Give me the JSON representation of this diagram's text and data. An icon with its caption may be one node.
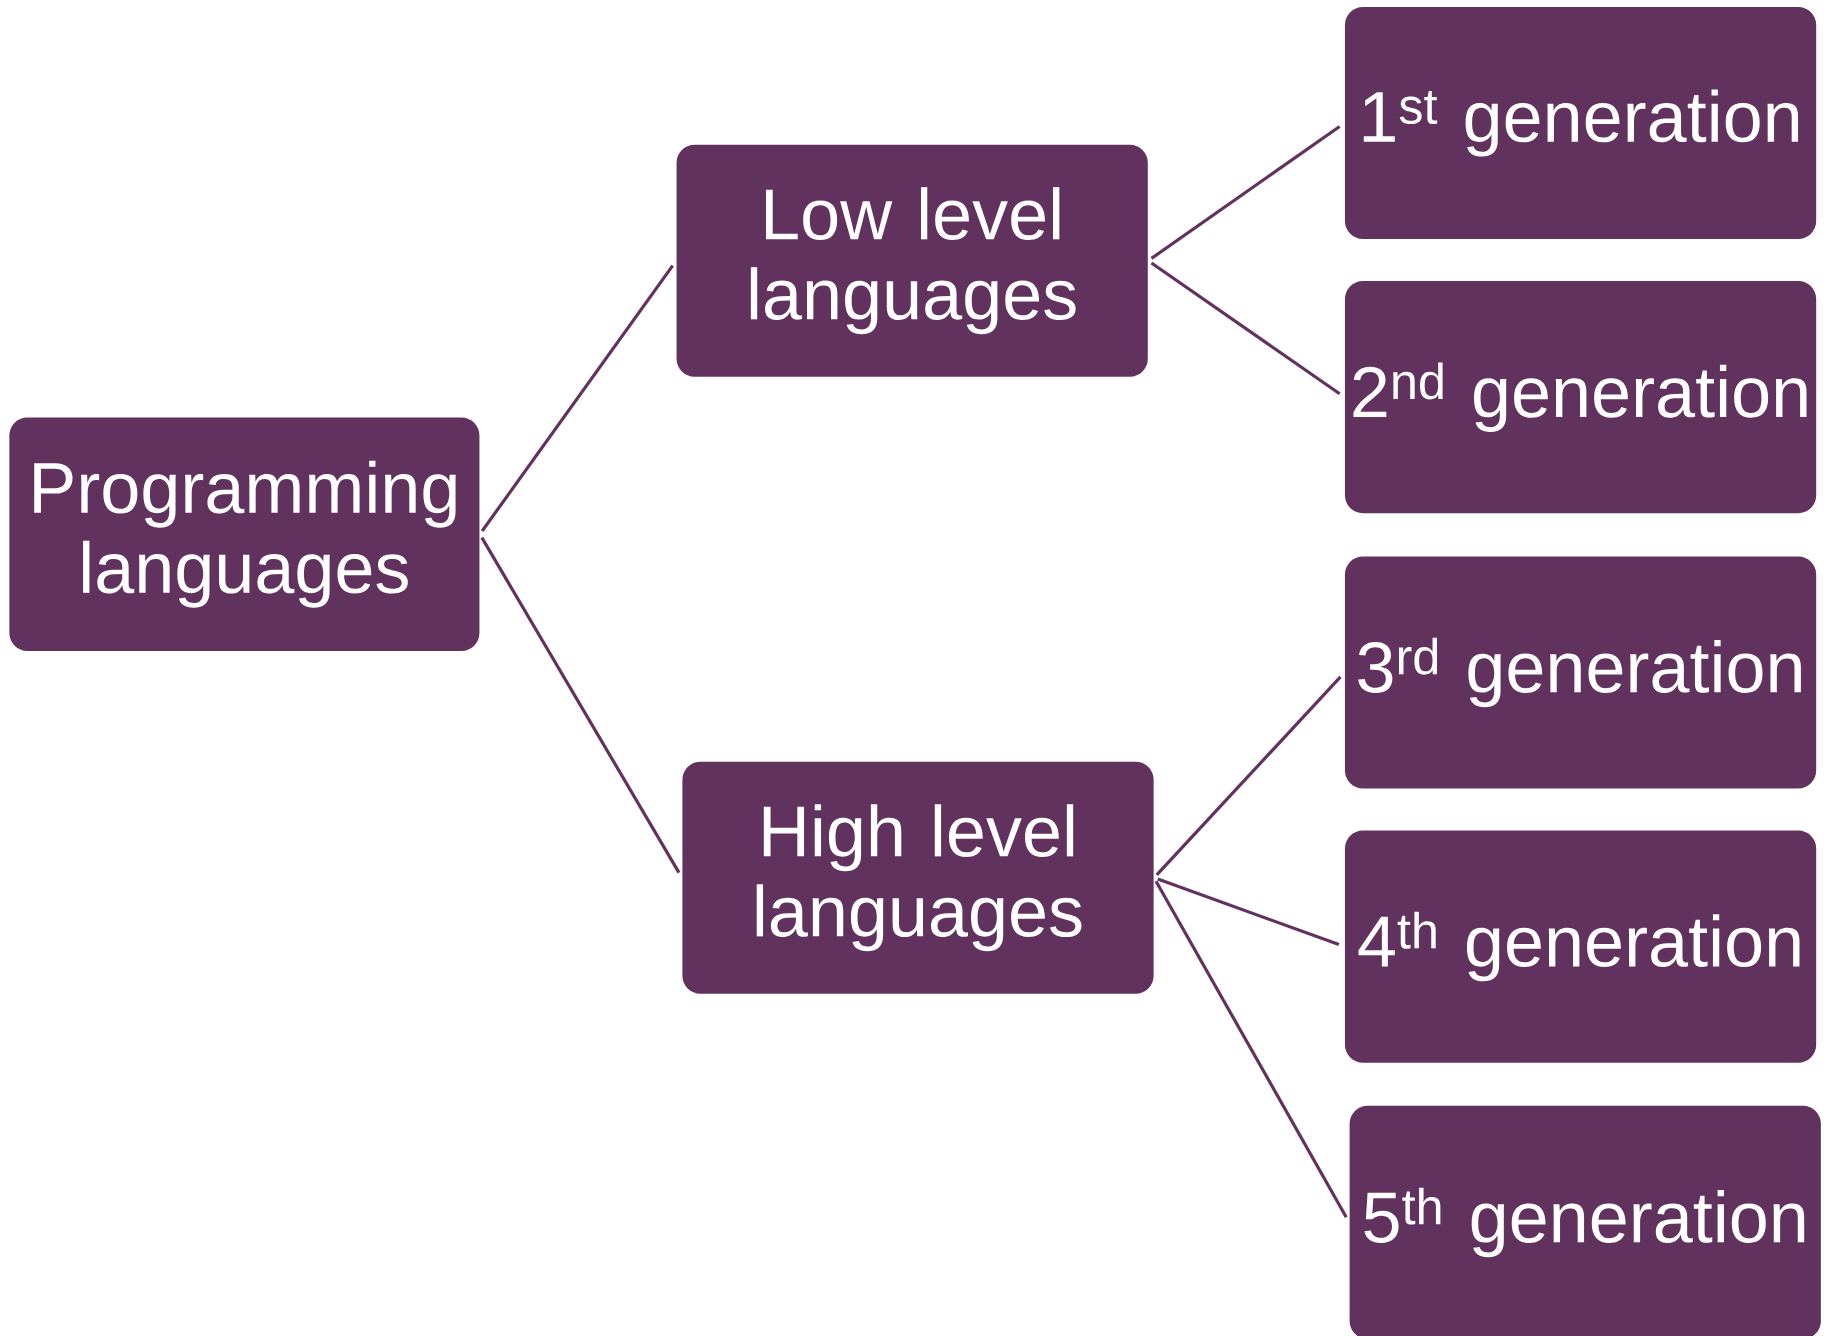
{
  "diagram": {
    "nodes": [
      {
        "text": [
          "Programming languages"
        ]
      },
      {
        "text": [
          "Low level languages"
        ]
      },
      {
        "text": [
          "High level languages"
        ]
      },
      {
        "text": [
          "1$^{st}$ generation"
        ]
      },
      {
        "text": [
          "2$^{nd}$ generation"
        ]
      },
      {
        "text": [
          "3$^{rd}$ generation"
        ]
      },
      {
        "text": [
          "4$^{th}$ generation"
        ]
      },
      {
        "text": [
          "5$^{th}$ generation"
        ]
      }
    ],
    "edges": [
      {
        "from": 0,
        "to": 1,
        "arrow": "none"
      },
      {
        "from": 0,
        "to": 2,
        "arrow": "none"
      },
      {
        "from": 1,
        "to": 3,
        "arrow": "none"
      },
      {
        "from": 1,
        "to": 4,
        "arrow": "none"
      },
      {
        "from": 2,
        "to": 5,
        "arrow": "none"
      },
      {
        "from": 2,
        "to": 6,
        "arrow": "none"
      },
      {
        "from": 2,
        "to": 7,
        "arrow": "none"
      }
    ]
  }
}
